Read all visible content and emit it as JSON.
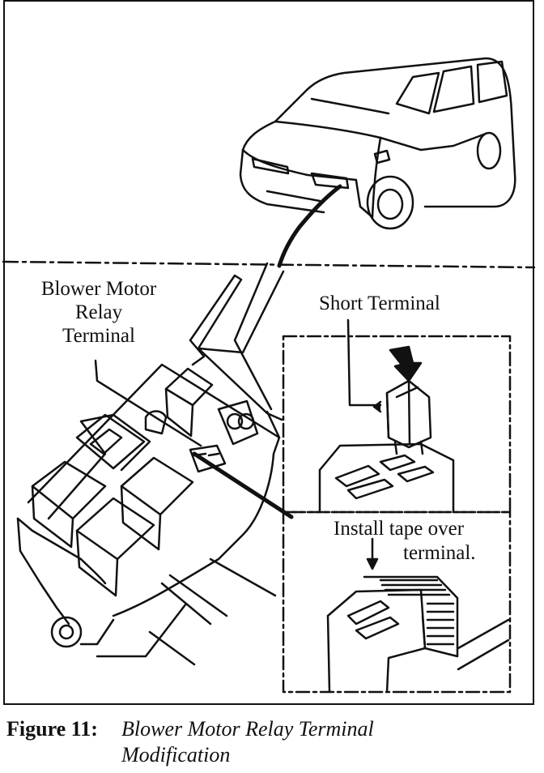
{
  "labels": {
    "relay_line1": "Blower Motor",
    "relay_line2": "Relay",
    "relay_line3": "Terminal",
    "short_terminal": "Short Terminal",
    "tape_line1": "Install tape over",
    "tape_line2": "terminal."
  },
  "caption": {
    "label": "Figure  11:",
    "text": "Blower Motor Relay Terminal Modification"
  },
  "icons": [
    "minivan-icon",
    "fuse-box-icon",
    "relay-icon",
    "short-terminal-icon",
    "tape-icon",
    "arrow-down-icon"
  ],
  "colors": {
    "ink": "#111111",
    "background": "#ffffff"
  }
}
